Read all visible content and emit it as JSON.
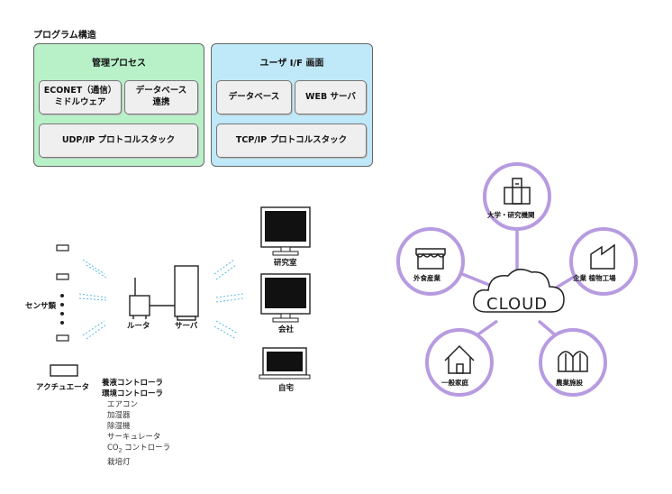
{
  "program": {
    "title": "プログラム構造",
    "management": {
      "title": "管理プロセス",
      "econet_line1": "ECONET（通信）",
      "econet_line2": "ミドルウェア",
      "db_line1": "データベース",
      "db_line2": "連携",
      "udp": "UDP/IP プロトコルスタック"
    },
    "ui": {
      "title": "ユーザ I/F 画面",
      "db": "データベース",
      "web": "WEB サーバ",
      "tcp": "TCP/IP プロトコルスタック"
    }
  },
  "network": {
    "sensors": "センサ類",
    "router": "ルータ",
    "server": "サーバ",
    "actuator": "アクチュエータ",
    "lab": "研究室",
    "company": "会社",
    "home": "自宅"
  },
  "controllers": {
    "head1": "養液コントローラ",
    "head2": "環境コントローラ",
    "items": [
      "エアコン",
      "加湿器",
      "除湿機",
      "サーキュレータ"
    ],
    "co2_prefix": "CO",
    "co2_sub": "2",
    "co2_suffix": " コントローラ",
    "last": "栽培灯"
  },
  "cloud": {
    "label": "CLOUD",
    "university": "大学・研究機関",
    "dining": "外食産業",
    "factory": "企業 植物工場",
    "household": "一般家庭",
    "agri": "農業施設"
  },
  "colors": {
    "green_panel": "#b8f0c8",
    "blue_panel": "#bfe8f8",
    "ring": "#b79be0",
    "wave": "#5ab8e0"
  }
}
